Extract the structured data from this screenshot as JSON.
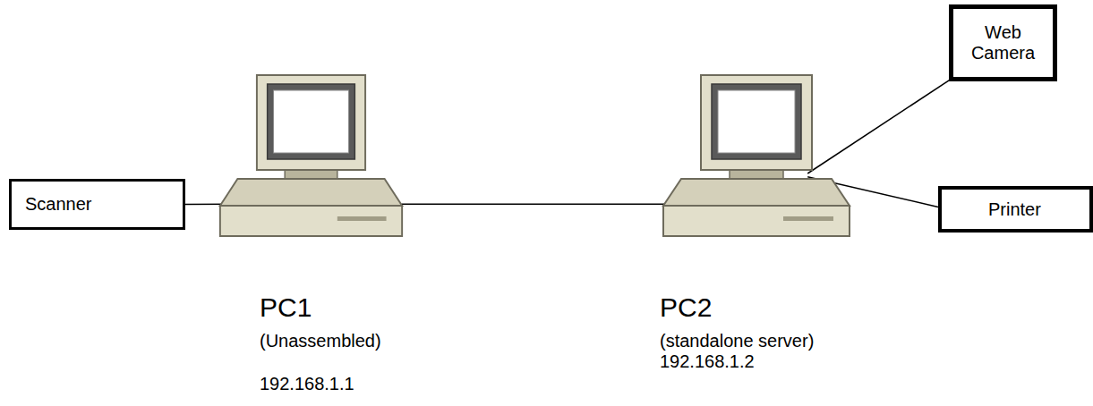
{
  "diagram": {
    "nodes": [
      {
        "text": [
          "Scanner"
        ]
      },
      {
        "text": [
          "PC1",
          "(Unassembled)",
          "192.168.1.1"
        ]
      },
      {
        "text": [
          "PC2",
          "(standalone server)",
          "192.168.1.2"
        ]
      },
      {
        "text": [
          "Web Camera"
        ]
      },
      {
        "text": [
          "Printer"
        ]
      }
    ],
    "edges": [
      {
        "from": 0,
        "to": 1,
        "arrow": "none"
      },
      {
        "from": 1,
        "to": 2,
        "arrow": "none"
      },
      {
        "from": 2,
        "to": 3,
        "arrow": "none"
      },
      {
        "from": 2,
        "to": 4,
        "arrow": "none"
      }
    ]
  }
}
